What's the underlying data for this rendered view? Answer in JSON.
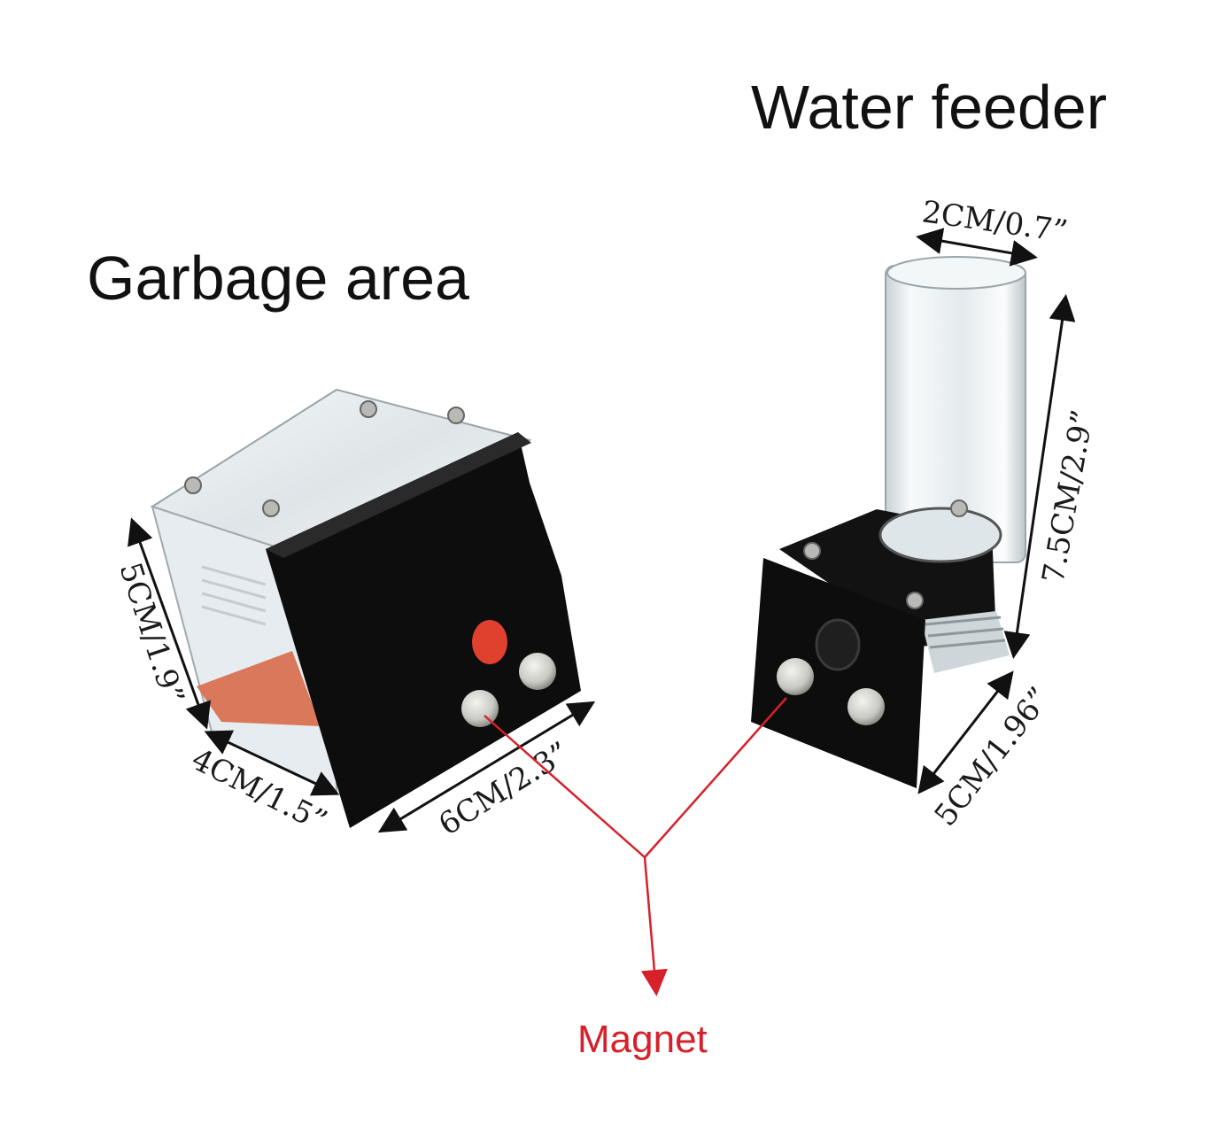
{
  "labels": {
    "water_feeder": "Water feeder",
    "garbage_area": "Garbage area",
    "magnet": "Magnet"
  },
  "dimensions": {
    "tube_width": "2CM/0.7”",
    "tube_height": "7.5CM/2.9”",
    "feeder_depth": "5CM/1.96”",
    "garbage_height": "5CM/1.9”",
    "garbage_depth": "4CM/1.5”",
    "garbage_width": "6CM/2.3”"
  },
  "colors": {
    "accent_red": "#d6202a",
    "block_black": "#0d0d0d",
    "acrylic": "#e9eef1",
    "sand": "#d9785a",
    "magnet_silver": "#c9c9c4"
  }
}
